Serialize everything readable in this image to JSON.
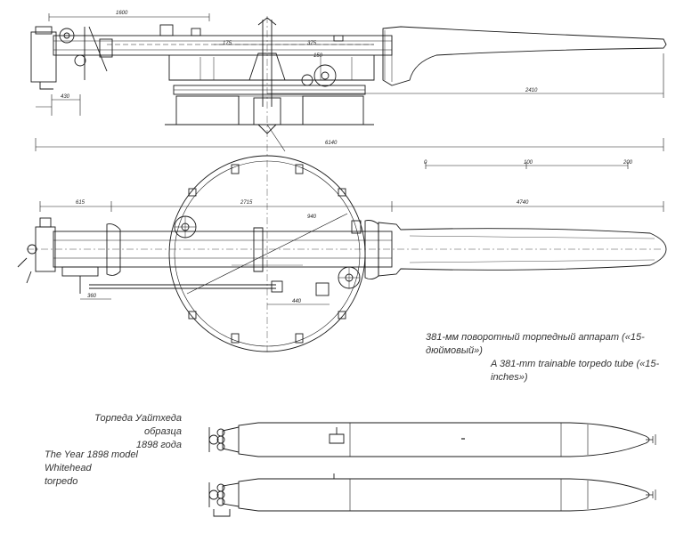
{
  "dimensions": {
    "top_view": [
      "1600",
      "175",
      "375",
      "150",
      "430",
      "2410",
      "6140"
    ],
    "scale_ticks": [
      "0",
      "100",
      "200"
    ],
    "plan_view": [
      "615",
      "2715",
      "4740",
      "940",
      "440",
      "360"
    ]
  },
  "caption": {
    "russian": "381-мм поворотный торпедный аппарат («15-дюймовый»)",
    "english": "A 381-mm trainable torpedo tube («15-inches»)"
  },
  "whitehead": {
    "russian_lines": [
      "Торпеда Уайтхеда образца",
      "1898 года"
    ],
    "english_lines": [
      "The Year 1898 model Whitehead",
      "torpedo"
    ]
  }
}
